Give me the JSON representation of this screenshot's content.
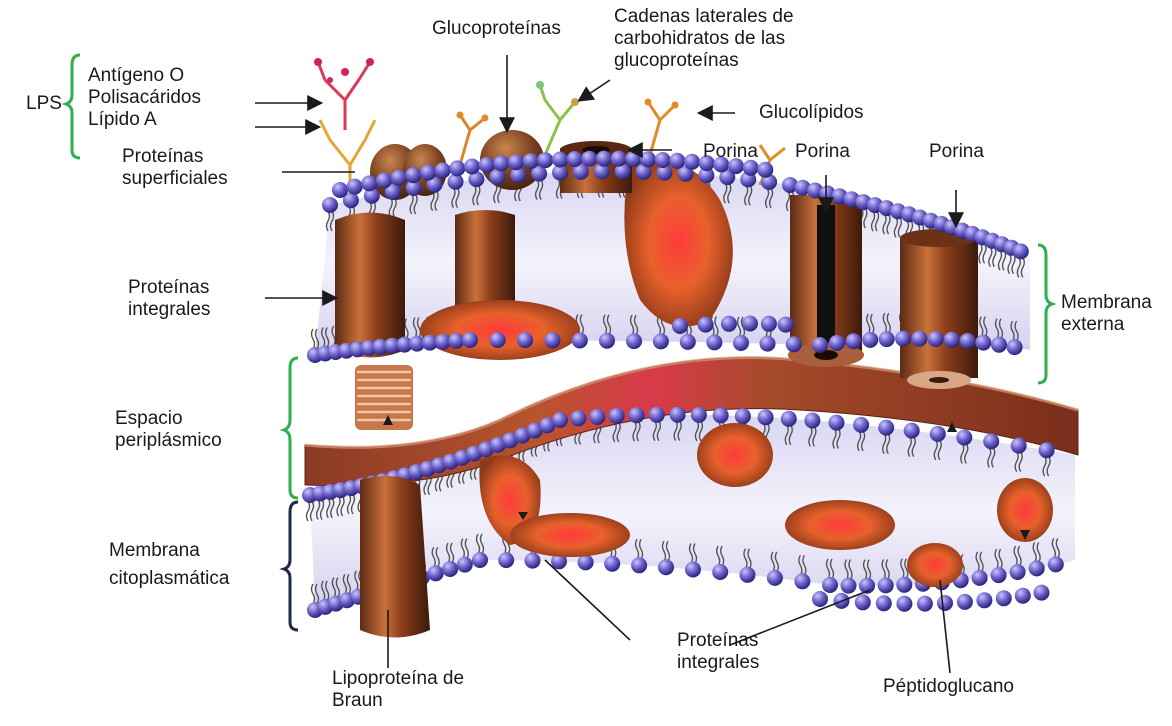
{
  "labels": {
    "lps": "LPS",
    "lps_items": [
      "Antígeno O",
      "Polisacáridos",
      "Lípido A"
    ],
    "proteinas_superficiales": [
      "Proteínas",
      "superficiales"
    ],
    "glucoproteinas": "Glucoproteínas",
    "cadenas": [
      "Cadenas laterales de",
      "carbohidratos de las",
      "glucoproteínas"
    ],
    "glucolipidos": "Glucolípidos",
    "porina_1": "Porina",
    "porina_2": "Porina",
    "porina_3": "Porina",
    "proteinas_integrales_top": [
      "Proteínas",
      "integrales"
    ],
    "membrana_externa": [
      "Membrana",
      "externa"
    ],
    "espacio_periplasmico": [
      "Espacio",
      "periplásmico"
    ],
    "membrana_citoplasmatica": [
      "Membrana",
      "citoplasmática"
    ],
    "lipoproteina_braun": [
      "Lipoproteína de",
      "Braun"
    ],
    "proteinas_integrales_bottom": [
      "Proteínas",
      "integrales"
    ],
    "peptidoglucano": "Péptidoglucano"
  },
  "colors": {
    "phospholipid_head": "#6a5fc7",
    "lipid_tail": "#555555",
    "protein_brown": "#a3542c",
    "protein_red": "#e53a2a",
    "peptidoglycan": "#8a3a26",
    "outer_bracket": "#2fae4f",
    "cyto_bracket": "#1f2a44"
  }
}
